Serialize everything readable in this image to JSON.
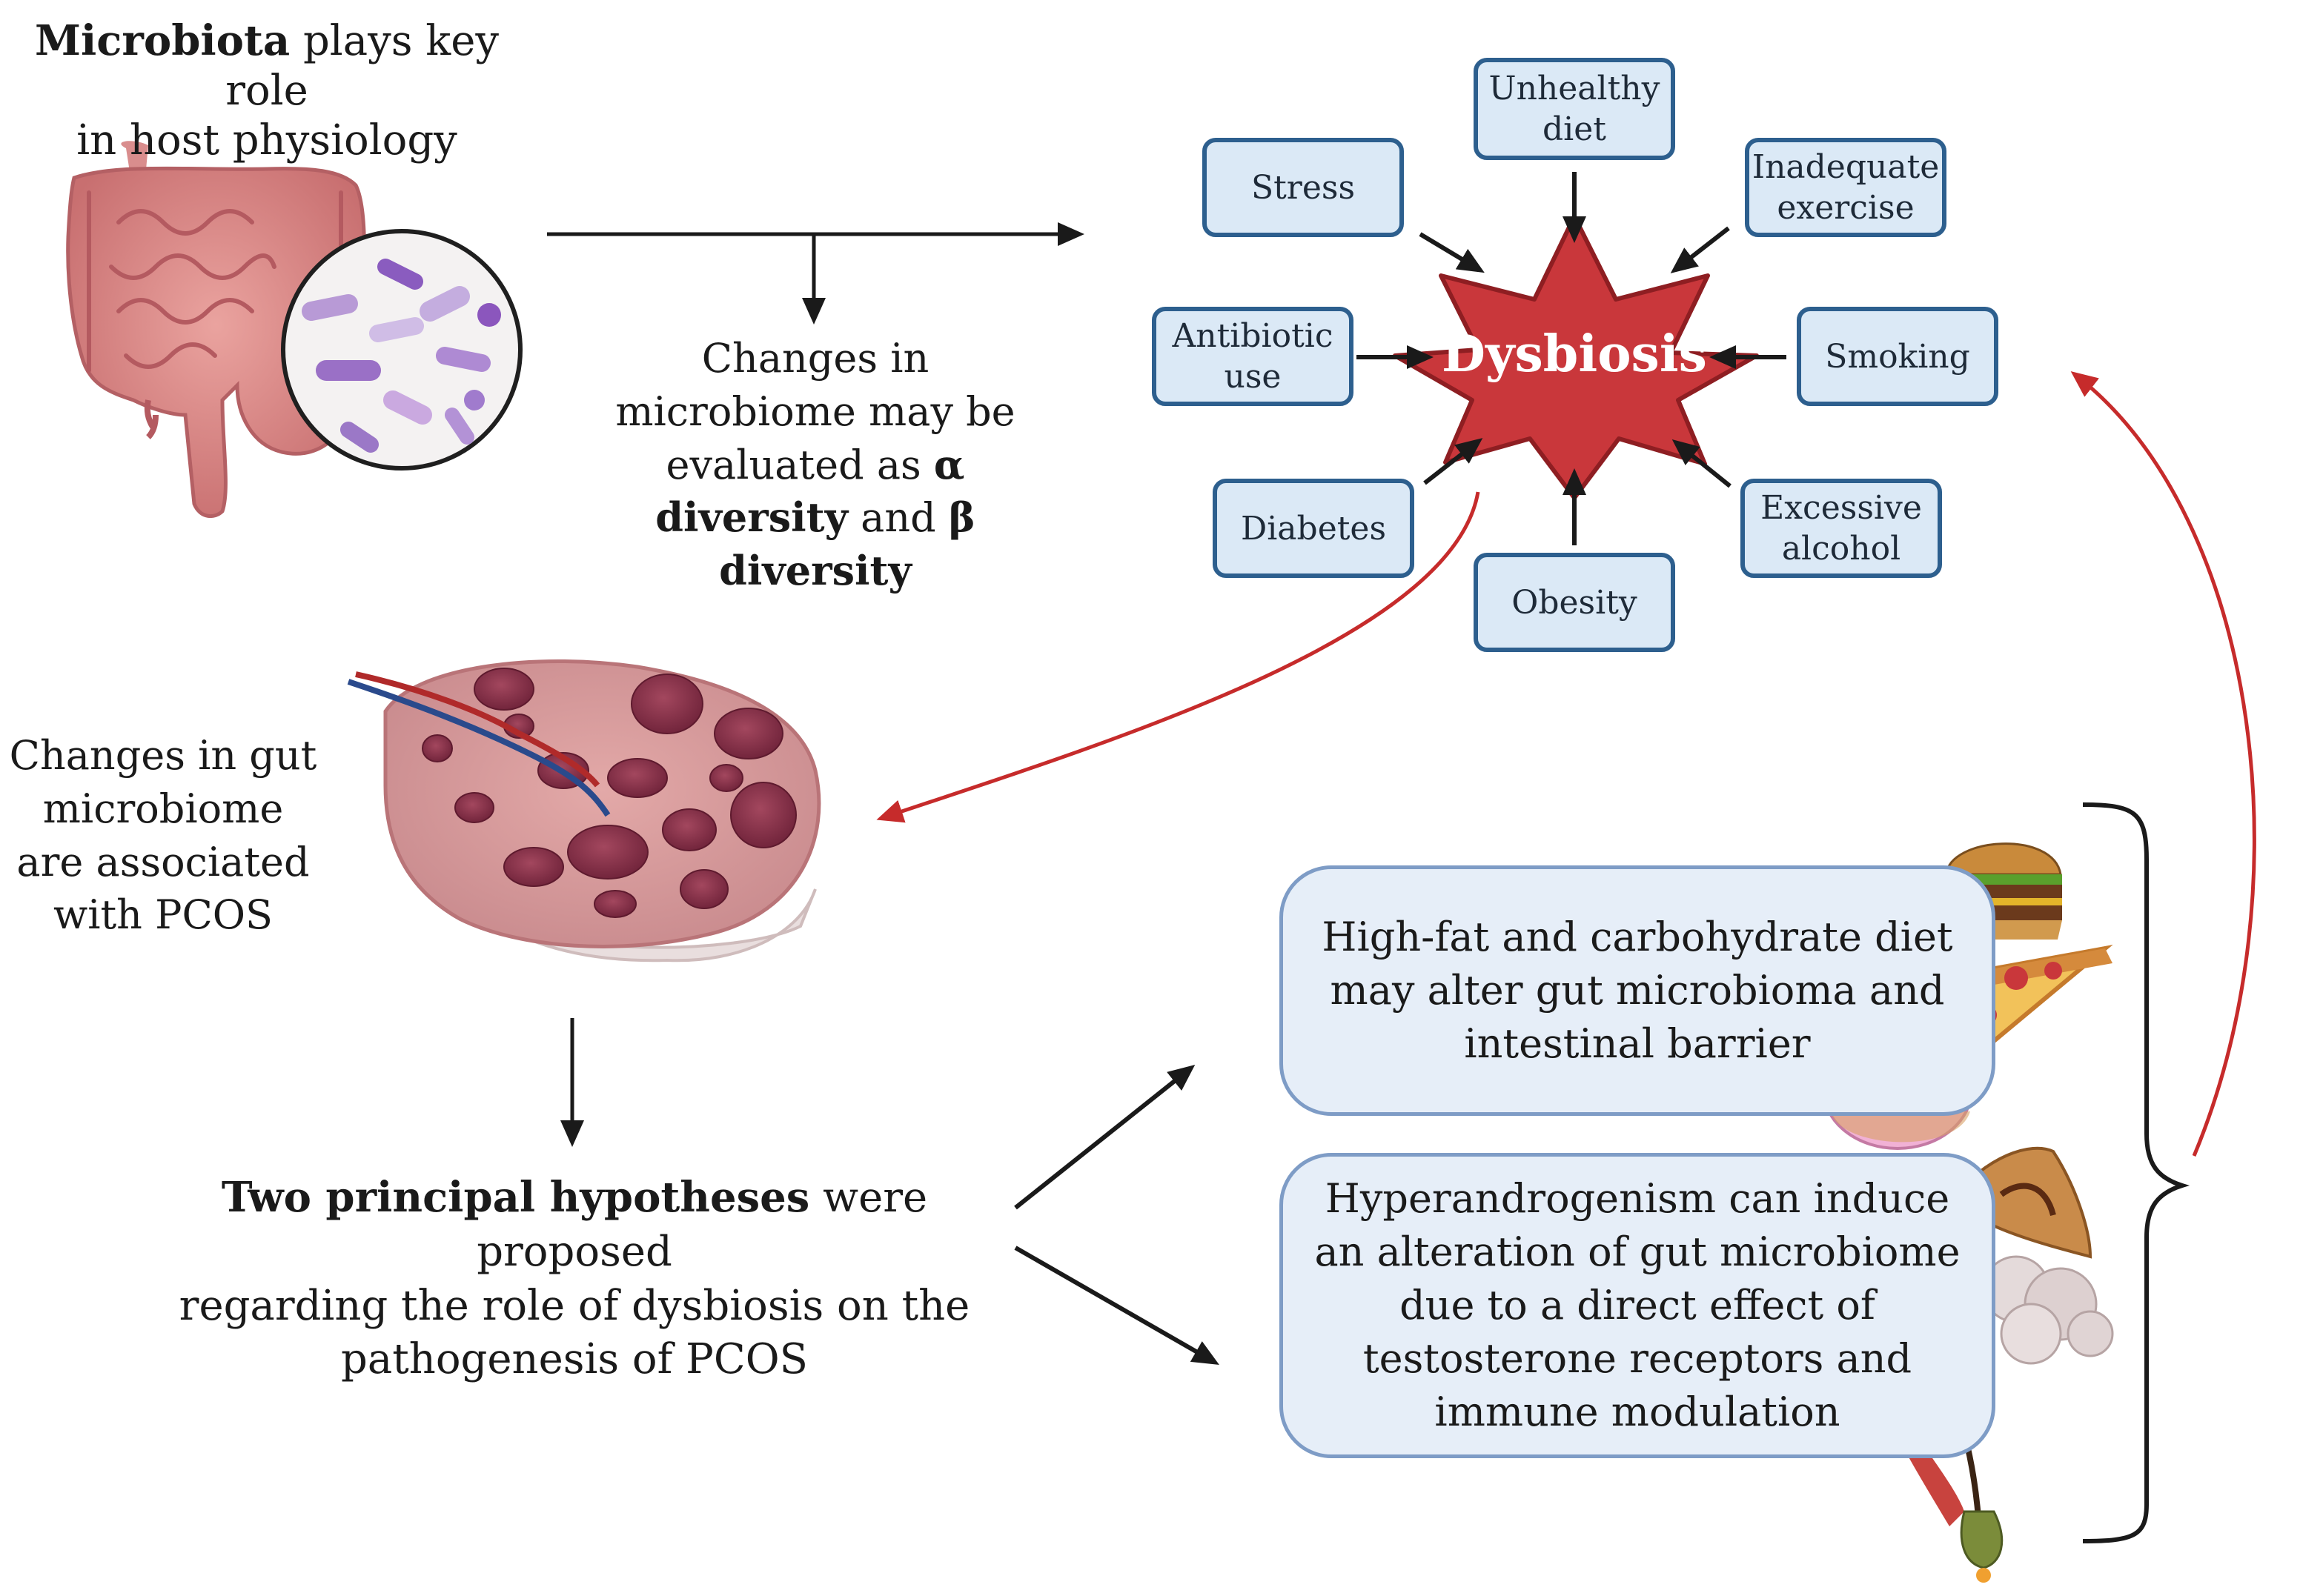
{
  "top_left": {
    "bold": "Microbiota",
    "rest_line1": " plays key role",
    "line2": "in host physiology"
  },
  "diversity": {
    "line1": "Changes in",
    "line2": "microbiome  may be",
    "line3_pre": "evaluated as ",
    "alpha": "α",
    "diversity1": "diversity",
    "and": " and ",
    "beta": "β",
    "diversity2": "diversity"
  },
  "dysbiosis_label": "Dysbiosis",
  "factors": {
    "unhealthy_diet": [
      "Unhealthy",
      "diet"
    ],
    "stress": [
      "Stress"
    ],
    "inadequate_exercise": [
      "Inadequate",
      "exercise"
    ],
    "antibiotic_use": [
      "Antibiotic",
      "use"
    ],
    "smoking": [
      "Smoking"
    ],
    "diabetes": [
      "Diabetes"
    ],
    "excessive_alcohol": [
      "Excessive",
      "alcohol"
    ],
    "obesity": [
      "Obesity"
    ]
  },
  "pcos_text": [
    "Changes in gut",
    "microbiome",
    "are associated",
    "with PCOS"
  ],
  "hypotheses": {
    "bold": "Two principal hypotheses",
    "line1_rest": " were proposed",
    "line2": "regarding the role of dysbiosis on the",
    "line3": "pathogenesis of PCOS"
  },
  "hypothesis_boxes": {
    "diet": [
      "High-fat and carbohydrate diet",
      "may alter gut microbioma and",
      "intestinal barrier"
    ],
    "hyperandrogenism": [
      "Hyperandrogenism can induce",
      "an alteration of gut microbiome",
      "due to a direct effect of",
      "testosterone  receptors and",
      "immune modulation"
    ]
  },
  "colors": {
    "factor_border": "#2d5f8e",
    "factor_fill": "#dbe9f6",
    "dysbiosis_fill": "#c9373b",
    "red_arrow": "#c62b2b",
    "hyp_fill": "#e6eef8",
    "hyp_border": "#7e9cc6"
  }
}
